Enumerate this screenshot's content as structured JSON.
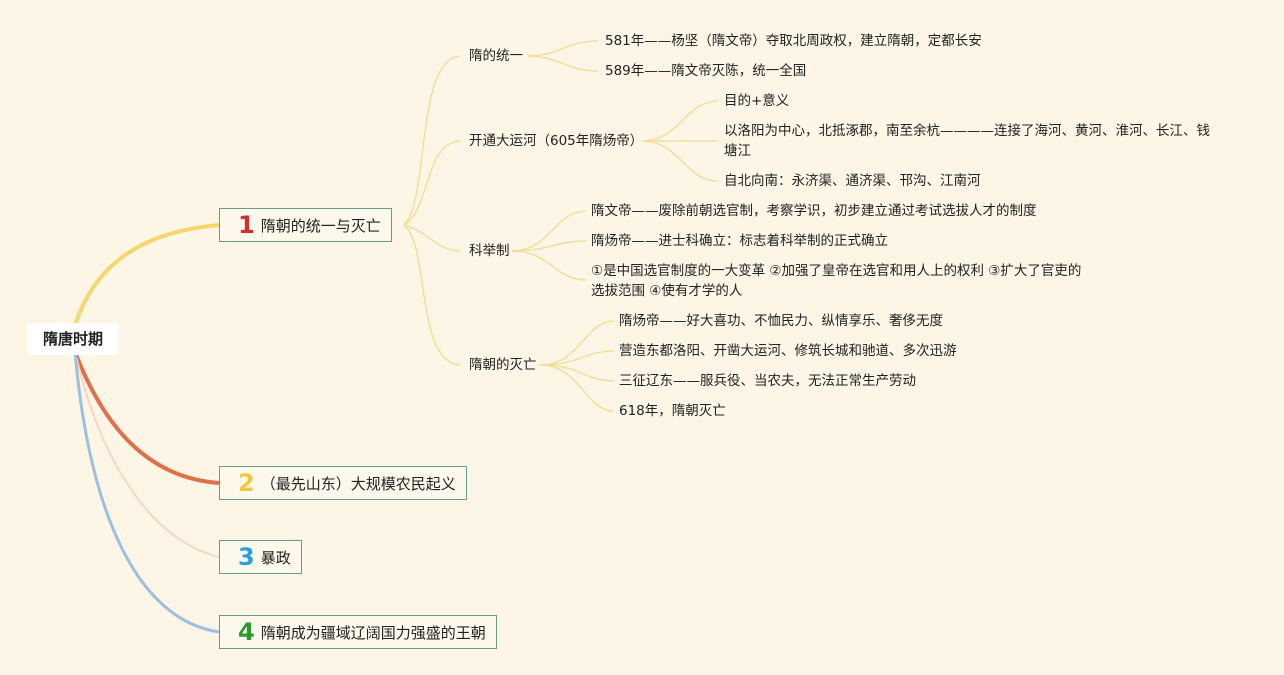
{
  "root": "隋唐时期",
  "colors": {
    "background": "#fdf5e6",
    "branch1": "#f5d76e",
    "branch2": "#e0704a",
    "branch3": "#f6d6c8",
    "branch4": "#9cc0e0",
    "num1": "#d62c2c",
    "num2": "#f0c93a",
    "num3": "#2a9fdc",
    "num4": "#2c9a2c"
  },
  "branches": [
    {
      "num": "1",
      "label": "隋朝的统一与灭亡",
      "topics": [
        {
          "label": "隋的统一",
          "items": [
            "581年——杨坚（隋文帝）夺取北周政权，建立隋朝，定都长安",
            "589年——隋文帝灭陈，统一全国"
          ]
        },
        {
          "label": "开通大运河（605年隋炀帝）",
          "items": [
            "目的+意义",
            "以洛阳为中心，北抵涿郡，南至余杭————连接了海河、黄河、淮河、长江、钱塘江",
            "自北向南：永济渠、通济渠、邗沟、江南河"
          ]
        },
        {
          "label": "科举制",
          "items": [
            "隋文帝——废除前朝选官制，考察学识，初步建立通过考试选拔人才的制度",
            "隋炀帝——进士科确立：标志着科举制的正式确立",
            "①是中国选官制度的一大变革 ②加强了皇帝在选官和用人上的权利 ③扩大了官吏的选拔范围 ④使有才学的人"
          ]
        },
        {
          "label": "隋朝的灭亡",
          "items": [
            "隋炀帝——好大喜功、不恤民力、纵情享乐、奢侈无度",
            "营造东都洛阳、开凿大运河、修筑长城和驰道、多次迅游",
            "三征辽东——服兵役、当农夫，无法正常生产劳动",
            "618年，隋朝灭亡"
          ]
        }
      ]
    },
    {
      "num": "2",
      "label": "（最先山东）大规模农民起义"
    },
    {
      "num": "3",
      "label": "暴政"
    },
    {
      "num": "4",
      "label": "隋朝成为疆域辽阔国力强盛的王朝"
    }
  ]
}
